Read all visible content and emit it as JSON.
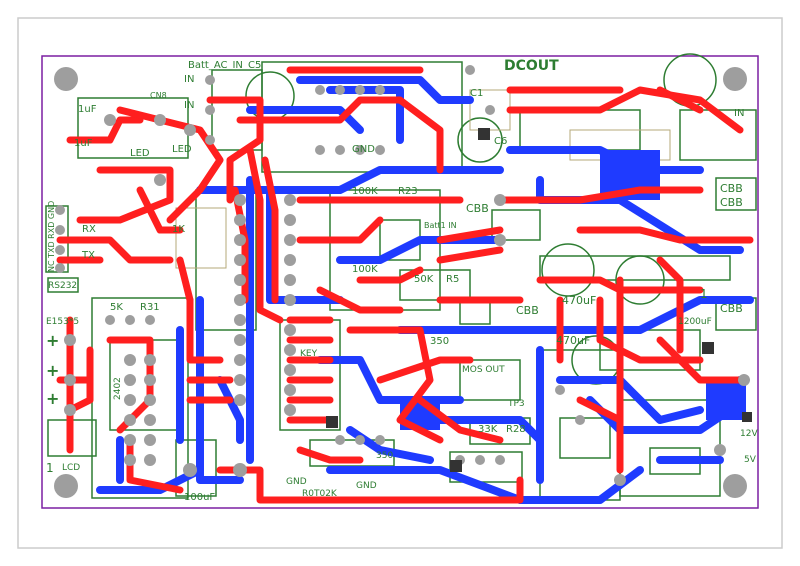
{
  "board": {
    "silk_labels": [
      {
        "id": "batt-ac-in",
        "text": "Batt_AC_IN"
      },
      {
        "id": "c5",
        "text": "C5"
      },
      {
        "id": "in-top",
        "text": "IN"
      },
      {
        "id": "in-mid",
        "text": "IN"
      },
      {
        "id": "dcout",
        "text": "DCOUT"
      },
      {
        "id": "c1",
        "text": "C1"
      },
      {
        "id": "c6",
        "text": "C6"
      },
      {
        "id": "cn8",
        "text": "CN8"
      },
      {
        "id": "in-right",
        "text": "IN"
      },
      {
        "id": "uf-1",
        "text": "1uF"
      },
      {
        "id": "uf-2",
        "text": "1uF"
      },
      {
        "id": "led-1",
        "text": "LED"
      },
      {
        "id": "led-2",
        "text": "LED"
      },
      {
        "id": "gnd-mid",
        "text": "GND"
      },
      {
        "id": "r100k-1",
        "text": "100K"
      },
      {
        "id": "r23",
        "text": "R23"
      },
      {
        "id": "cbb-1",
        "text": "CBB"
      },
      {
        "id": "batt-in",
        "text": "Batt1 IN"
      },
      {
        "id": "cbb-right-1",
        "text": "CBB"
      },
      {
        "id": "cbb-right-2",
        "text": "CBB"
      },
      {
        "id": "nc-pins",
        "text": "NC TXD RXD GND"
      },
      {
        "id": "rx",
        "text": "RX"
      },
      {
        "id": "tx",
        "text": "TX"
      },
      {
        "id": "r1k",
        "text": "1K"
      },
      {
        "id": "rs232",
        "text": "RS232"
      },
      {
        "id": "r100k-2",
        "text": "100K"
      },
      {
        "id": "r50k",
        "text": "50K"
      },
      {
        "id": "r5",
        "text": "R5"
      },
      {
        "id": "c470uf-1",
        "text": "470uF"
      },
      {
        "id": "c470uf-2",
        "text": "470uF"
      },
      {
        "id": "cbb-2",
        "text": "CBB"
      },
      {
        "id": "c1200uf",
        "text": "1200uF"
      },
      {
        "id": "cbb-right-3",
        "text": "CBB"
      },
      {
        "id": "r5k",
        "text": "5K"
      },
      {
        "id": "r31",
        "text": "R31"
      },
      {
        "id": "e153",
        "text": "E153*5"
      },
      {
        "id": "ic-2402",
        "text": "2402"
      },
      {
        "id": "key",
        "text": "KEY"
      },
      {
        "id": "r350",
        "text": "350"
      },
      {
        "id": "mos-out",
        "text": "MOS OUT"
      },
      {
        "id": "tp3",
        "text": "TP3"
      },
      {
        "id": "r33k",
        "text": "33K"
      },
      {
        "id": "r28",
        "text": "R28"
      },
      {
        "id": "v12",
        "text": "12V"
      },
      {
        "id": "v5",
        "text": "5V"
      },
      {
        "id": "lcd",
        "text": "LCD"
      },
      {
        "id": "one-lcd",
        "text": "1"
      },
      {
        "id": "gnd-low",
        "text": "GND"
      },
      {
        "id": "r10k",
        "text": "R0T02K"
      },
      {
        "id": "c100uf",
        "text": "100uF"
      },
      {
        "id": "gnd-low2",
        "text": "GND"
      },
      {
        "id": "r350-2",
        "text": "350"
      },
      {
        "id": "one-right",
        "text": "1"
      }
    ],
    "colors": {
      "top_copper": "#ff1f1f",
      "bottom_copper": "#1f3bff",
      "silkscreen": "#2e7d32",
      "pads": "#9e9e9e",
      "board_outline": "#7b1fa2",
      "frame": "#cccccc",
      "overlay": "#b5a87a"
    }
  }
}
